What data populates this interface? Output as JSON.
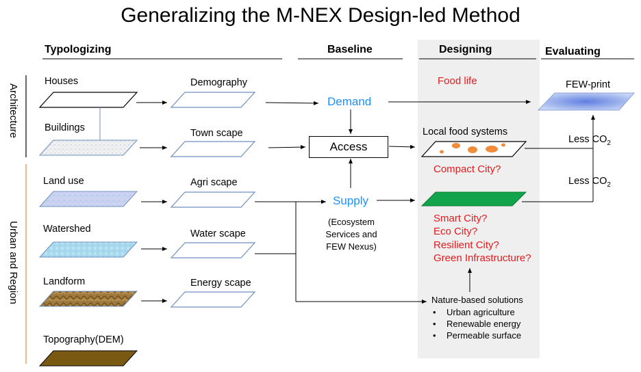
{
  "title": "Generalizing the M-NEX Design-led Method",
  "columns": {
    "typologizing": "Typologizing",
    "baseline": "Baseline",
    "designing": "Designing",
    "evaluating": "Evaluating"
  },
  "side_labels": {
    "architecture": "Architecture",
    "urban_region": "Urban and Region"
  },
  "layers_col1": {
    "houses": "Houses",
    "buildings": "Buildings",
    "land_use": "Land use",
    "watershed": "Watershed",
    "landform": "Landform",
    "topography": "Topography(DEM)"
  },
  "layers_col2": {
    "demography": "Demography",
    "town_scape": "Town scape",
    "agri_scape": "Agri scape",
    "water_scape": "Water scape",
    "energy_scape": "Energy scape"
  },
  "baseline": {
    "demand": "Demand",
    "access": "Access",
    "supply": "Supply",
    "supply_note_1": "(Ecosystem",
    "supply_note_2": "Services and",
    "supply_note_3": "FEW Nexus)"
  },
  "designing": {
    "food_life": "Food life",
    "local_food": "Local food systems",
    "compact_city": "Compact City?",
    "smart_city": "Smart City?",
    "eco_city": "Eco City?",
    "resilient_city": "Resilient City?",
    "green_infra": "Green Infrastructure?",
    "nbs_title": "Nature-based solutions",
    "nbs_items": [
      "Urban agriculture",
      "Renewable energy",
      "Permeable surface"
    ]
  },
  "evaluating": {
    "few_print": "FEW-print",
    "less_1": "Less",
    "less_2": "Less",
    "co2": "CO",
    "co2_sub": "2"
  },
  "colors": {
    "demand_blue": "#1e90ff",
    "design_red": "#e41a1c",
    "green_plane": "#11a44a",
    "orange_dots": "#f28c3a",
    "layer_outline": "#6f8fbf",
    "soil_brown": "#7a5a12"
  }
}
